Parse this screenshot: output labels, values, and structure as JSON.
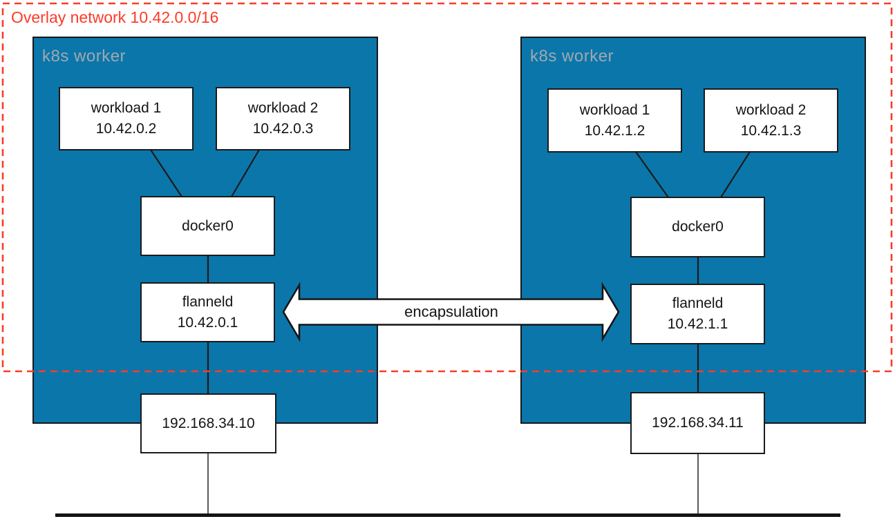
{
  "title": "Overlay network 10.42.0.0/16",
  "arrow_label": "encapsulation",
  "colors": {
    "worker_fill": "#0b76aa",
    "overlay_stroke": "#fc3b28",
    "worker_label": "#a0a8b0"
  },
  "workers": [
    {
      "label": "k8s worker",
      "workload1": {
        "name": "workload 1",
        "ip": "10.42.0.2"
      },
      "workload2": {
        "name": "workload 2",
        "ip": "10.42.0.3"
      },
      "docker0": {
        "name": "docker0"
      },
      "flanneld": {
        "name": "flanneld",
        "ip": "10.42.0.1"
      },
      "host_ip": "192.168.34.10"
    },
    {
      "label": "k8s worker",
      "workload1": {
        "name": "workload 1",
        "ip": "10.42.1.2"
      },
      "workload2": {
        "name": "workload 2",
        "ip": "10.42.1.3"
      },
      "docker0": {
        "name": "docker0"
      },
      "flanneld": {
        "name": "flanneld",
        "ip": "10.42.1.1"
      },
      "host_ip": "192.168.34.11"
    }
  ]
}
